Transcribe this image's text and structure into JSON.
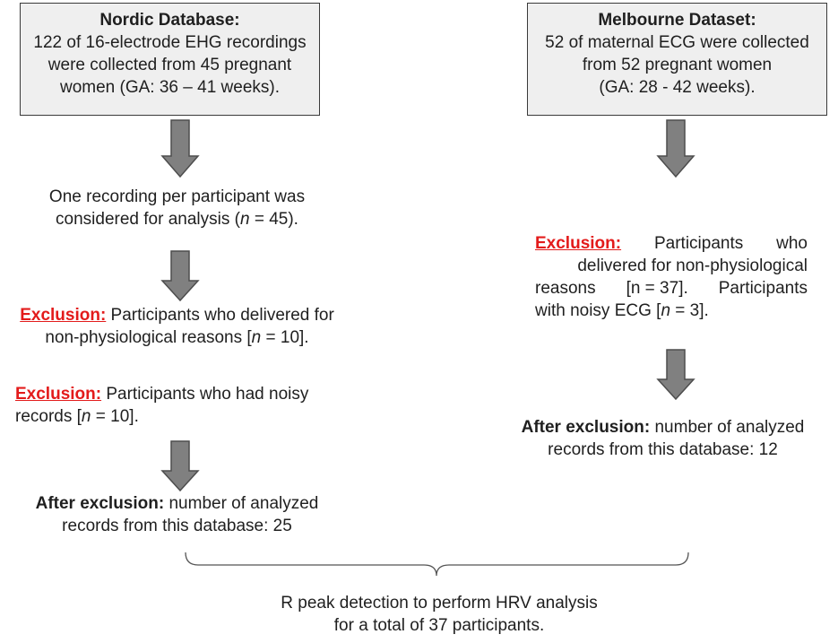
{
  "left": {
    "box": {
      "title": "Nordic Database:",
      "lines": [
        "122 of 16-electrode EHG recordings",
        "were collected from 45 pregnant",
        "women (GA: 36 – 41 weeks)."
      ]
    },
    "step1": {
      "line1": "One recording per participant was",
      "line2_pre": "considered for analysis (",
      "line2_n": "n",
      "line2_post": " = 45)."
    },
    "exclusion1": {
      "label": "Exclusion:",
      "line1": " Participants who delivered for",
      "line2_pre": "non-physiological reasons [",
      "line2_n": "n",
      "line2_post": " = 10]."
    },
    "exclusion2": {
      "label": "Exclusion:",
      "line1": " Participants who had noisy",
      "line2_pre": "records [",
      "line2_n": "n",
      "line2_post": " = 10]."
    },
    "after": {
      "label": "After exclusion:",
      "line1": " number of analyzed",
      "line2": "records from this database: 25"
    }
  },
  "right": {
    "box": {
      "title": "Melbourne Dataset:",
      "lines": [
        "52 of maternal ECG were collected",
        "from 52 pregnant women",
        "(GA: 28 - 42 weeks)."
      ]
    },
    "exclusion": {
      "label": "Exclusion:",
      "line1_words": [
        "Participants",
        "who"
      ],
      "line2": "delivered for non-physiological",
      "line3_words": [
        "reasons",
        "[n = 37].",
        "Participants"
      ],
      "line4_pre": "with noisy ECG [",
      "line4_n": "n",
      "line4_post": " = 3]."
    },
    "after": {
      "label": "After exclusion:",
      "line1": " number of analyzed",
      "line2": "records from this database: 12"
    }
  },
  "summary": {
    "line1": "R peak detection to perform HRV analysis",
    "line2": "for a total of 37 participants."
  },
  "colors": {
    "box_fill": "#efefef",
    "box_border": "#3a3a3a",
    "arrow_fill": "#808080",
    "arrow_stroke": "#4d4d4d",
    "exclusion_red": "#e31b1b"
  }
}
